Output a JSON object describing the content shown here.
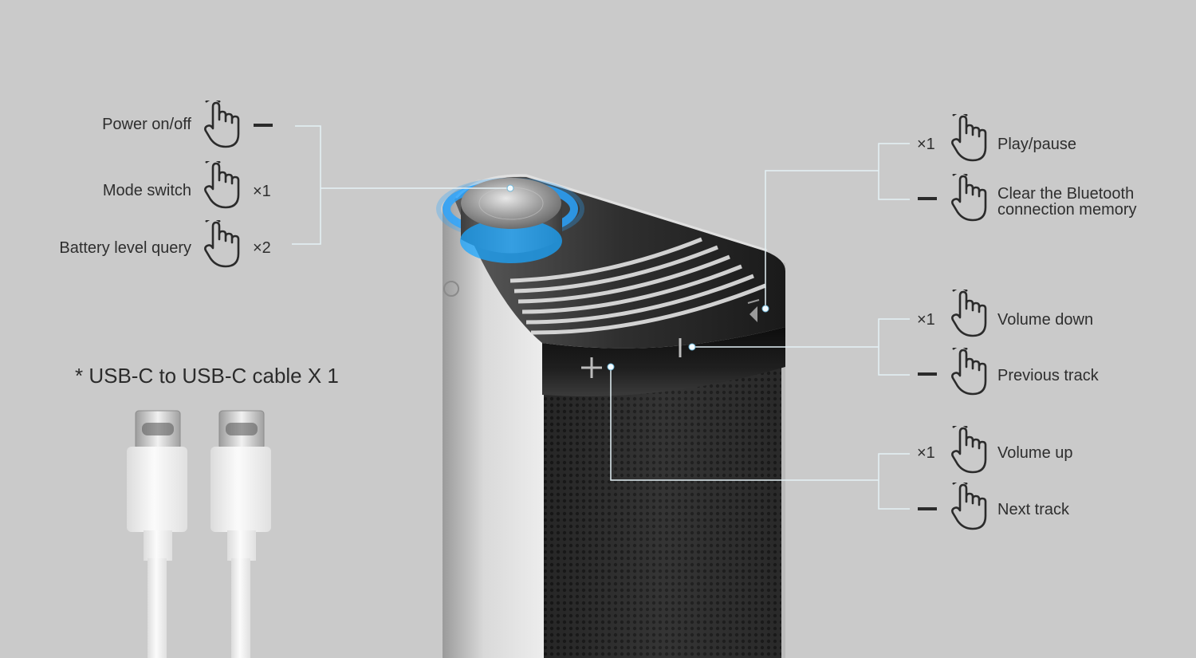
{
  "left_functions": [
    {
      "label": "Power on/off",
      "action": "—"
    },
    {
      "label": "Mode switch",
      "action": "×1"
    },
    {
      "label": "Battery level query",
      "action": "×2"
    }
  ],
  "right_groups": [
    {
      "button": "mode-button-top-right",
      "items": [
        {
          "action": "×1",
          "label": "Play/pause"
        },
        {
          "action": "—",
          "label": "Clear the Bluetooth",
          "label2": "connection memory"
        }
      ]
    },
    {
      "button": "minus-button",
      "items": [
        {
          "action": "×1",
          "label": "Volume down"
        },
        {
          "action": "—",
          "label": "Previous track"
        }
      ]
    },
    {
      "button": "plus-button",
      "items": [
        {
          "action": "×1",
          "label": "Volume up"
        },
        {
          "action": "—",
          "label": "Next track"
        }
      ]
    }
  ],
  "cable": {
    "title": "* USB-C to USB-C cable X 1"
  },
  "colors": {
    "background": "#cacaca",
    "leader": "#dfeef4",
    "glow": "#2aa4ff",
    "text": "#2e2e2e"
  },
  "icons": {
    "hand": "hand-pointer-icon"
  }
}
